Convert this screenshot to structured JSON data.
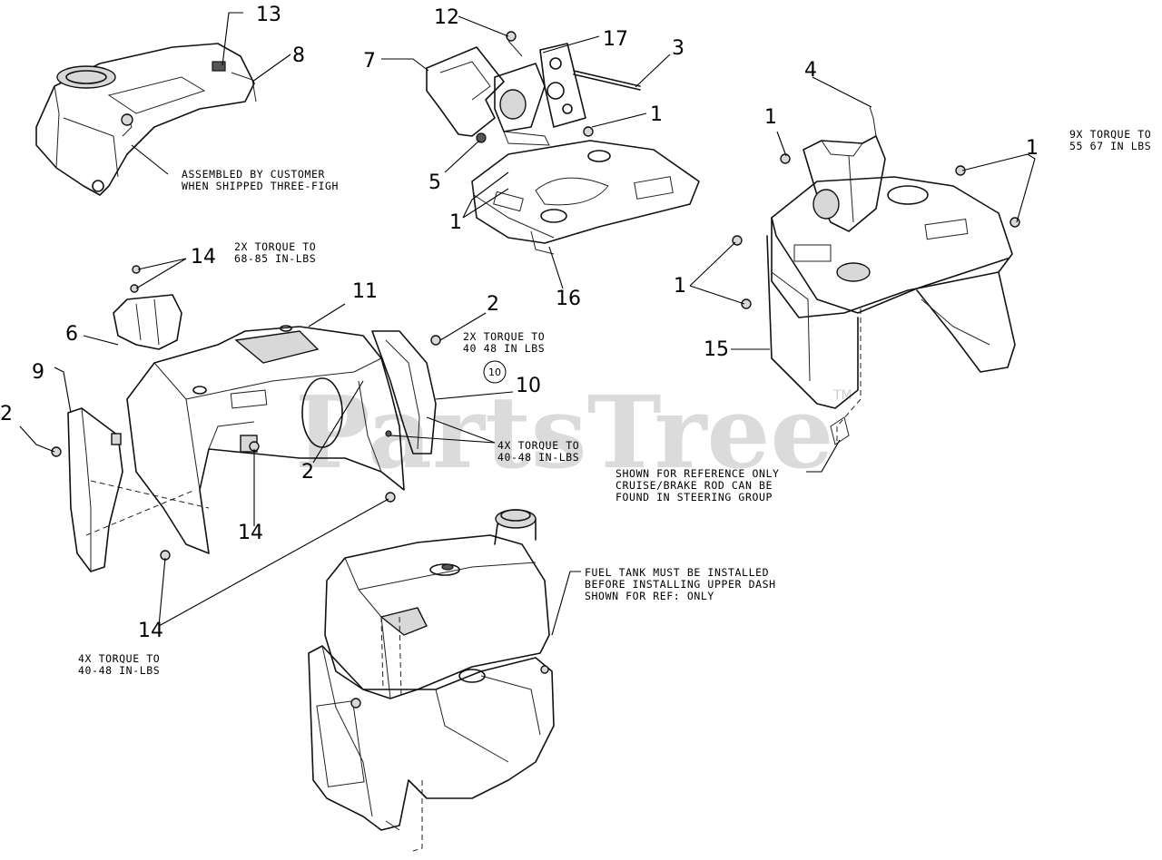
{
  "watermark": {
    "text": "PartsTree",
    "trademark": "TM"
  },
  "callouts": {
    "c13": "13",
    "c8": "8",
    "c12": "12",
    "c17": "17",
    "c3": "3",
    "c7": "7",
    "c1a": "1",
    "c5": "5",
    "c1b": "1",
    "c16": "16",
    "c4": "4",
    "c1c": "1",
    "c1d": "1",
    "c1e": "1",
    "c15": "15",
    "c14a": "14",
    "c11": "11",
    "c6": "6",
    "c2a": "2",
    "c9": "9",
    "c2b": "2",
    "c10": "10",
    "c10circle": "10",
    "c2c": "2",
    "c14b": "14",
    "c14c": "14"
  },
  "notes": {
    "assembled": [
      "ASSEMBLED BY CUSTOMER",
      "WHEN SHIPPED THREE-FIGH"
    ],
    "torque_2x_68": [
      "2X TORQUE TO",
      "68-85 IN-LBS"
    ],
    "torque_2x_40": [
      "2X TORQUE TO",
      "40 48 IN LBS"
    ],
    "torque_9x": [
      "9X TORQUE TO",
      "55 67 IN LBS"
    ],
    "torque_4x_right": [
      "4X TORQUE TO",
      "40-48 IN-LBS"
    ],
    "reference": [
      "SHOWN FOR REFERENCE ONLY",
      "CRUISE/BRAKE ROD CAN BE",
      "FOUND IN STEERING GROUP"
    ],
    "fuel_tank": [
      "FUEL TANK MUST BE INSTALLED",
      "BEFORE INSTALLING UPPER DASH",
      "SHOWN FOR REF: ONLY"
    ],
    "torque_4x_left": [
      "4X TORQUE TO",
      "40-48 IN-LBS"
    ]
  }
}
